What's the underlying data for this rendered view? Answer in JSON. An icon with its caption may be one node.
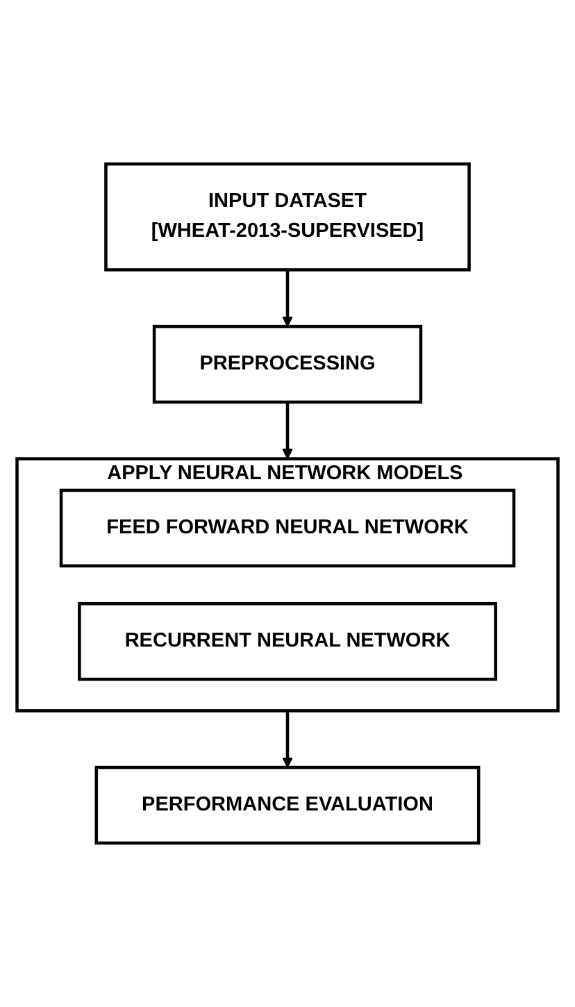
{
  "diagram": {
    "nodes": [
      {
        "text": [
          "INPUT DATASET",
          "[WHEAT-2013-SUPERVISED]"
        ]
      },
      {
        "text": [
          "PREPROCESSING"
        ]
      },
      {
        "text": [
          "APPLY NEURAL NETWORK MODELS"
        ]
      },
      {
        "text": [
          "FEED FORWARD NEURAL NETWORK"
        ],
        "in": 2
      },
      {
        "text": [
          "RECURRENT NEURAL NETWORK"
        ],
        "in": 2
      },
      {
        "text": [
          "PERFORMANCE EVALUATION"
        ]
      }
    ],
    "edges": [
      {
        "from": 0,
        "to": 1,
        "arrow": "to"
      },
      {
        "from": 1,
        "to": 2,
        "arrow": "to"
      },
      {
        "from": 2,
        "to": 5,
        "arrow": "to"
      }
    ]
  }
}
